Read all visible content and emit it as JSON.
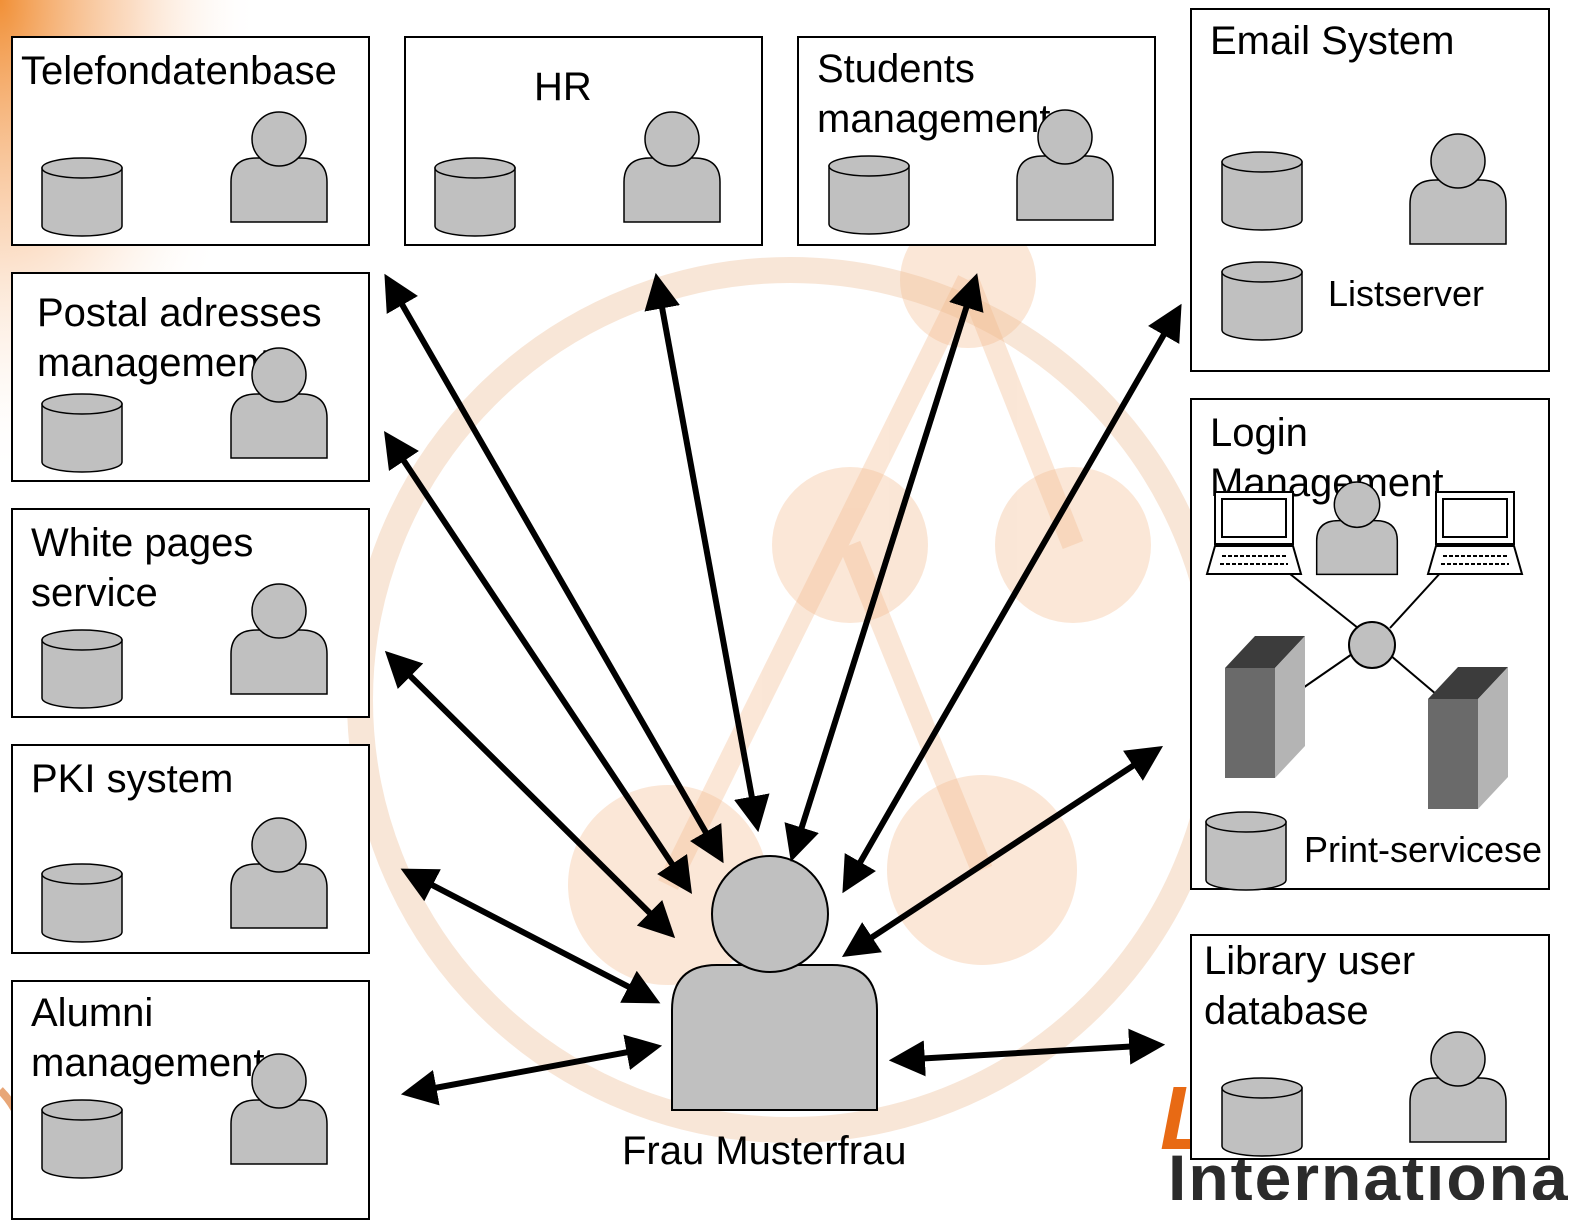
{
  "systems": {
    "telefondatenbase": "Telefondatenbase",
    "hr": "HR",
    "students": "Students\nmanagement-",
    "email": "Email System",
    "listserver": "Listserver",
    "postal": "Postal adresses\nmanagement",
    "login": "Login Management",
    "whitepages": "White pages\nservice",
    "print": "Print-servicese",
    "pki": "PKI system",
    "alumni": "Alumni\nmanagement",
    "library": "Library user\ndatabase"
  },
  "user": {
    "name": "Frau Musterfrau"
  },
  "watermark": {
    "text": "International",
    "mark": "L"
  },
  "colors": {
    "accent": "#e86a14",
    "icon_fill": "#c0c0c0",
    "server_dark": "#6a6a6a",
    "server_light": "#b4b4b4"
  }
}
